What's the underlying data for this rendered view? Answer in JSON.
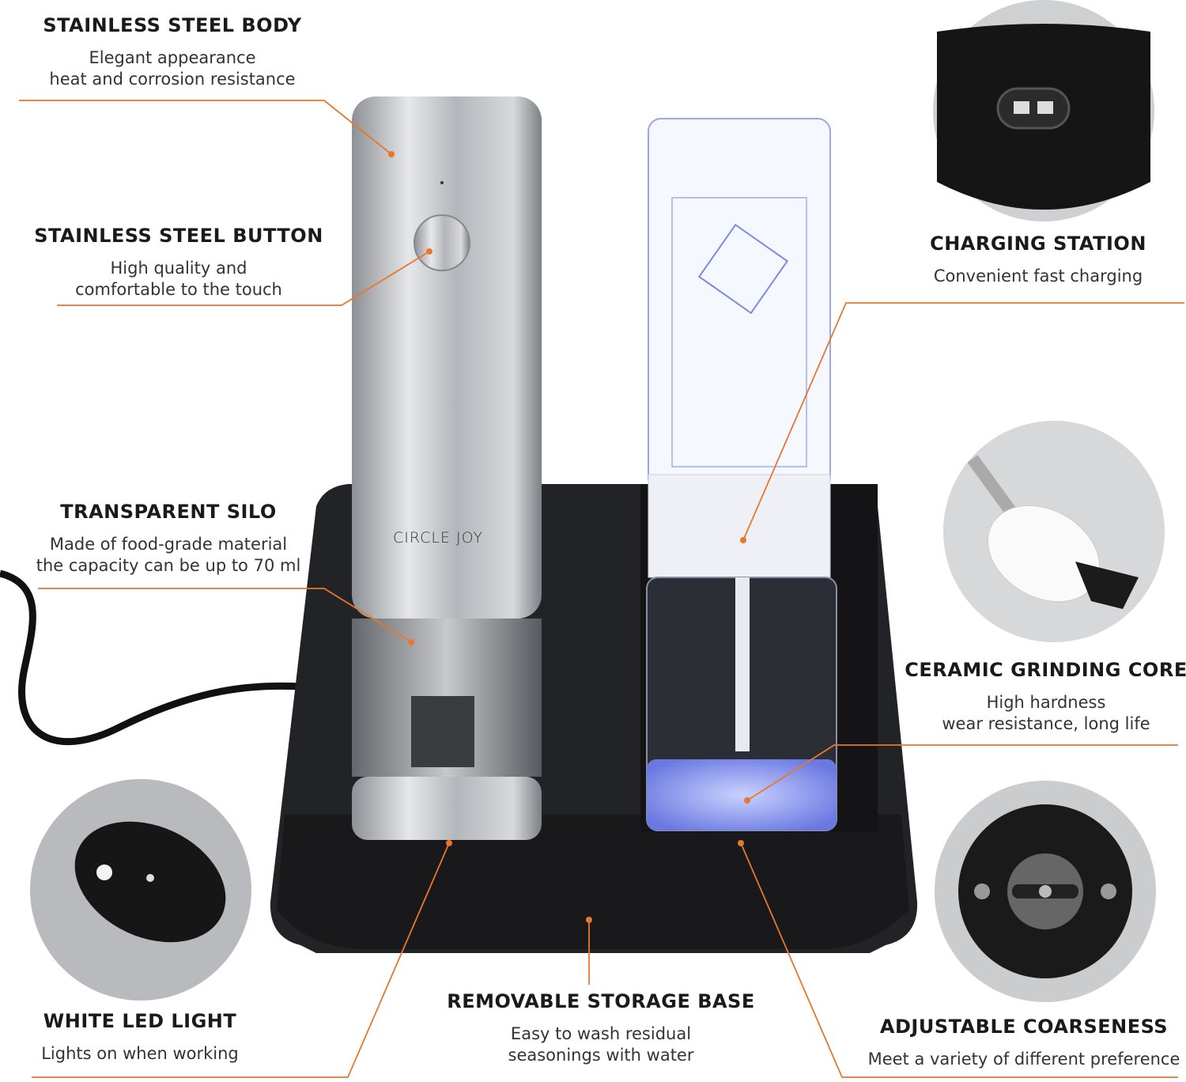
{
  "brand": {
    "logo_text": "CIRCLE JOY"
  },
  "colors": {
    "accent": "#E8772E",
    "base": "#1f1f21",
    "steel": "#b9bcc0"
  },
  "features": {
    "body": {
      "title": "STAINLESS STEEL BODY",
      "lines": [
        "Elegant appearance",
        "heat and corrosion resistance"
      ]
    },
    "button": {
      "title": "STAINLESS STEEL BUTTON",
      "lines": [
        "High quality  and",
        "comfortable to the touch"
      ]
    },
    "silo": {
      "title": "TRANSPARENT SILO",
      "lines": [
        "Made of food-grade material",
        "the capacity can be up to 70 ml"
      ]
    },
    "led": {
      "title": "WHITE LED LIGHT",
      "lines": [
        "Lights on when working"
      ]
    },
    "base": {
      "title": "REMOVABLE STORAGE BASE",
      "lines": [
        "Easy to wash residual",
        "seasonings with water"
      ]
    },
    "coarseness": {
      "title": "ADJUSTABLE COARSENESS",
      "lines": [
        "Meet a variety of different preference"
      ]
    },
    "charging": {
      "title": "CHARGING STATION",
      "lines": [
        "Convenient fast charging"
      ]
    },
    "core": {
      "title": "CERAMIC GRINDING CORE",
      "lines": [
        "High hardness",
        "wear resistance, long life"
      ]
    }
  }
}
